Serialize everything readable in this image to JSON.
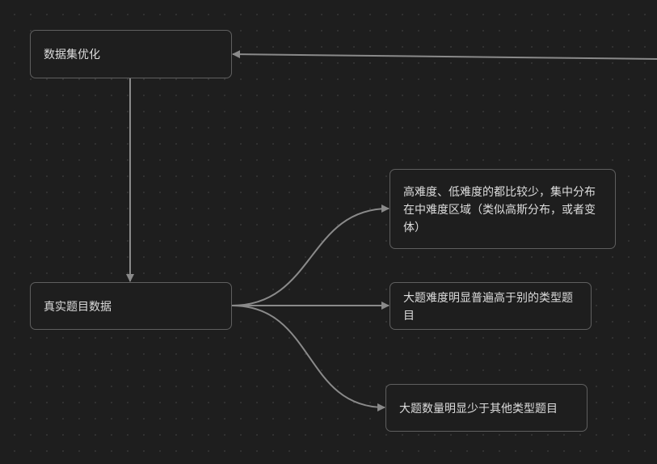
{
  "nodes": {
    "dataset_opt": "数据集优化",
    "real_data": "真实题目数据",
    "difficulty_dist": "高难度、低难度的都比较少，集中分布在中难度区域（类似高斯分布，或者变体）",
    "big_question_hard": "大题难度明显普遍高于别的类型题目",
    "big_question_few": "大题数量明显少于其他类型题目"
  },
  "colors": {
    "background": "#1e1e1e",
    "edge": "#8a8a8a",
    "border": "#5f5f5f",
    "text": "#dddddd"
  }
}
